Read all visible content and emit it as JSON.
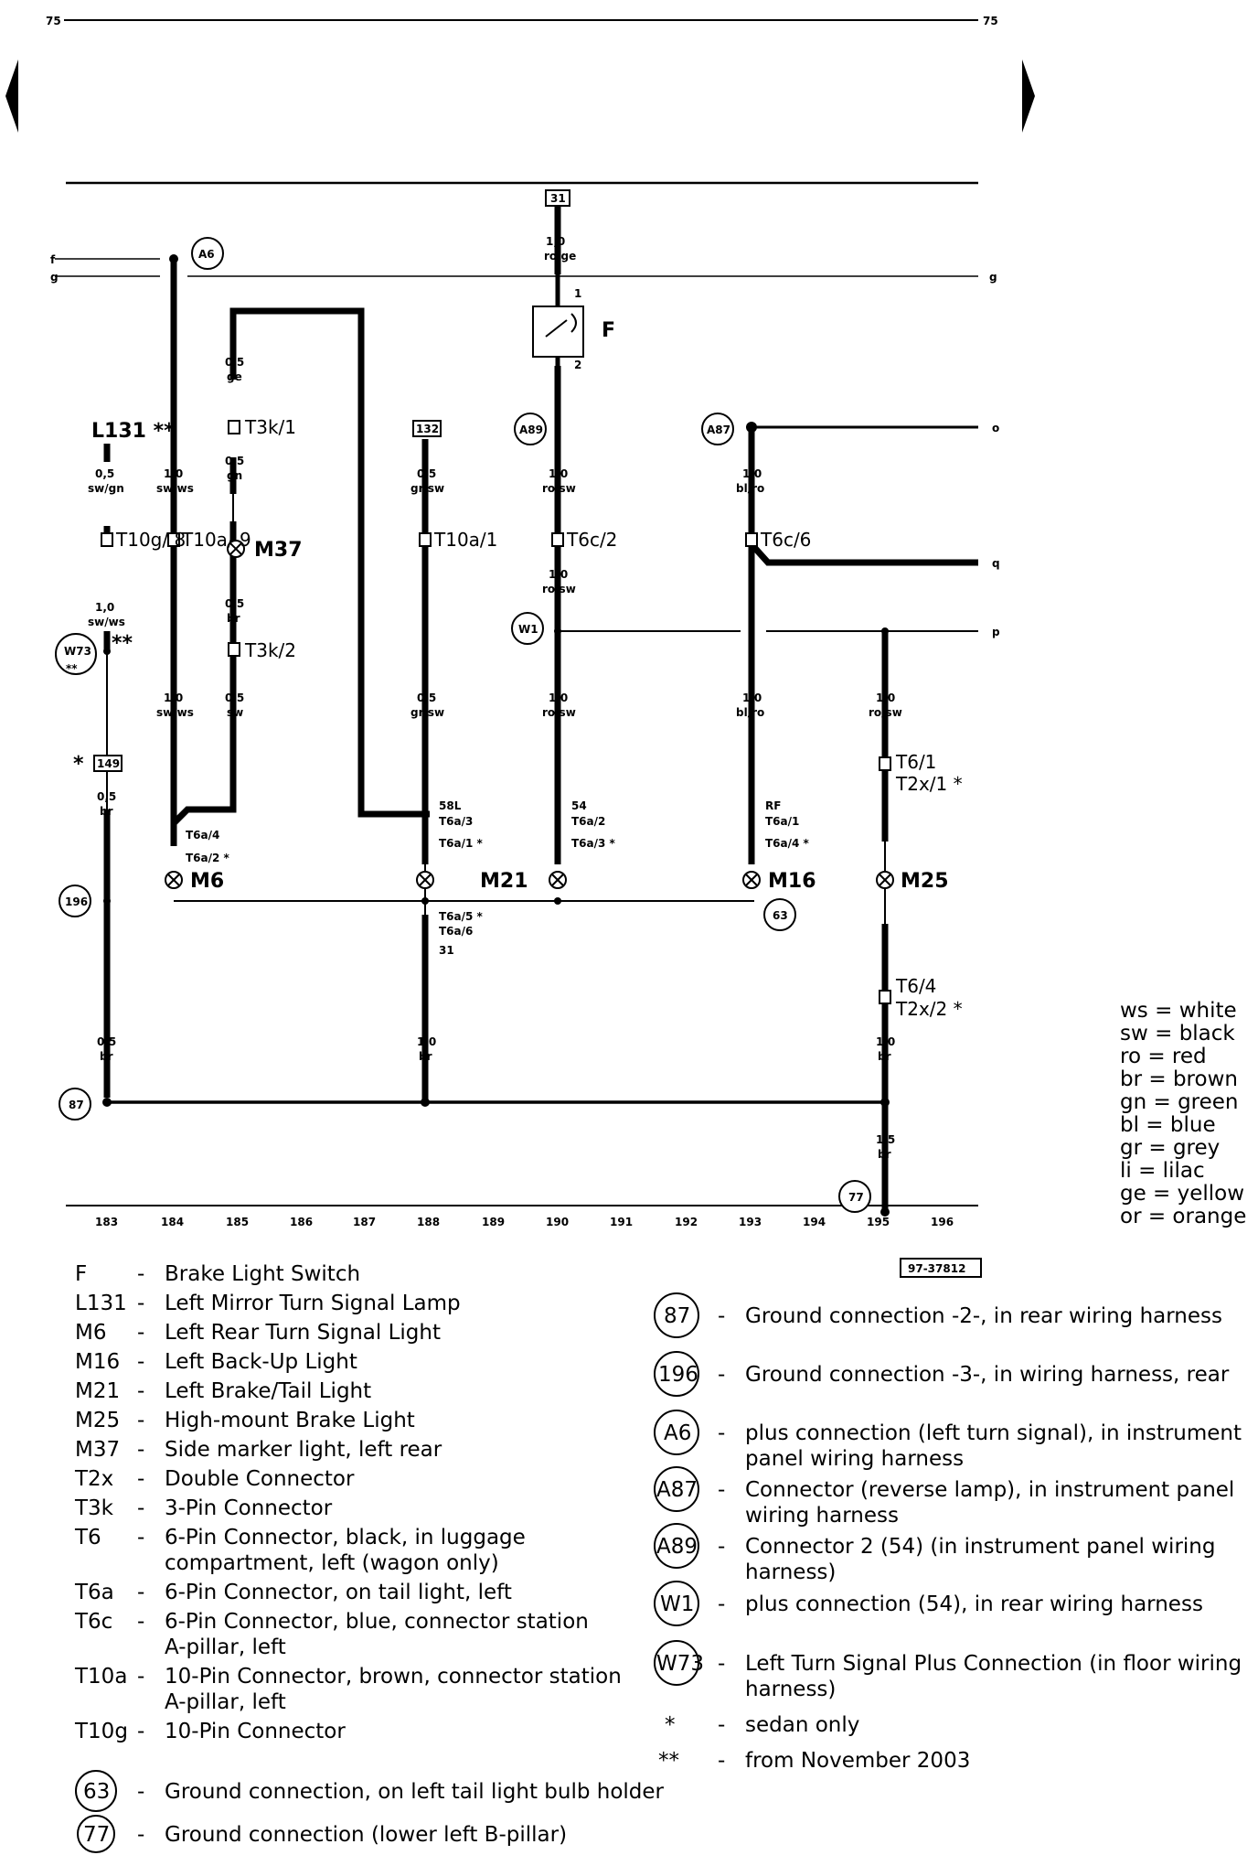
{
  "page": {
    "number_left": "75",
    "number_right": "75",
    "diagram_id": "97-37812"
  },
  "diagram": {
    "tracks": [
      "183",
      "184",
      "185",
      "186",
      "187",
      "188",
      "189",
      "190",
      "191",
      "192",
      "193",
      "194",
      "195",
      "196"
    ],
    "edge_refs": {
      "f": "f",
      "g_left": "g",
      "g_right": "g",
      "o": "o",
      "q": "q",
      "p": "p"
    },
    "boxes": {
      "b31": "31",
      "b132": "132",
      "b149": "149"
    },
    "components": {
      "F": "F",
      "L131": "L131 **",
      "M37": "M37",
      "M6": "M6",
      "M21": "M21",
      "M16": "M16",
      "M25": "M25"
    },
    "circles": {
      "A6": "A6",
      "A87": "A87",
      "A89": "A89",
      "W1": "W1",
      "W73": "W73",
      "c196": "196",
      "c63": "63",
      "c87": "87",
      "c77": "77"
    },
    "connectors": {
      "T3k1": "T3k/1",
      "T3k2": "T3k/2",
      "T10g8": "T10g/ 8",
      "T10a9": "T10a/ 9",
      "T10a1": "T10a/1",
      "T6c2": "T6c/2",
      "T6c6": "T6c/6",
      "T6_1": "T6/1",
      "T2x1": "T2x/1 *",
      "T6_4": "T6/4",
      "T2x2": "T2x/2 *",
      "M6a": "T6a/4",
      "M6b": "T6a/2 *",
      "M21a": "58L",
      "M21b": "T6a/3",
      "M21c": "T6a/1 *",
      "M21d": "T6a/5 *",
      "M21e": "T6a/6",
      "M21f": "31",
      "Fa": "54",
      "Fb": "T6a/2",
      "Fc": "T6a/3 *",
      "M16a": "RF",
      "M16b": "T6a/1",
      "M16c": "T6a/4 *",
      "F1": "1",
      "F2": "2",
      "W73s": "**",
      "W73s2": "**",
      "b149s": "*"
    },
    "wire_labels": {
      "w31_a": "1,0",
      "w31_b": "ro/ge",
      "w185_a": "0,5",
      "w185_b": "ge",
      "w183a_a": "0,5",
      "w183a_b": "sw/gn",
      "w184a_a": "1,0",
      "w184a_b": "sw/ws",
      "w185b_a": "0,5",
      "w185b_b": "gn",
      "w188a_a": "0,5",
      "w188a_b": "gr/sw",
      "w190a_a": "1,0",
      "w190a_b": "ro/sw",
      "w193a_a": "1,0",
      "w193a_b": "bl/ro",
      "w185c_a": "0,5",
      "w185c_b": "br",
      "w190b_a": "1,0",
      "w190b_b": "ro/sw",
      "w183b_a": "1,0",
      "w183b_b": "sw/ws",
      "w184b_a": "1,0",
      "w184b_b": "sw/ws",
      "w185d_a": "0,5",
      "w185d_b": "sw",
      "w188b_a": "0,5",
      "w188b_b": "gr/sw",
      "w190c_a": "1,0",
      "w190c_b": "ro/sw",
      "w193b_a": "1,0",
      "w193b_b": "bl/ro",
      "w195a_a": "1,0",
      "w195a_b": "ro/sw",
      "w183c_a": "0,5",
      "w183c_b": "br",
      "w183d_a": "0,5",
      "w183d_b": "br",
      "w188c_a": "1,0",
      "w188c_b": "br",
      "w195b_a": "1,0",
      "w195b_b": "br",
      "w195c_a": "1,5",
      "w195c_b": "br"
    }
  },
  "color_key": [
    "ws = white",
    "sw = black",
    "ro  = red",
    "br  = brown",
    "gn = green",
    "bl  = blue",
    "gr  = grey",
    "li   = lilac",
    "ge = yellow",
    "or  = orange"
  ],
  "legend_left": [
    {
      "code": "F",
      "desc": "Brake Light Switch"
    },
    {
      "code": "L131",
      "desc": "Left Mirror Turn Signal Lamp"
    },
    {
      "code": "M6",
      "desc": "Left Rear Turn Signal Light"
    },
    {
      "code": "M16",
      "desc": "Left Back-Up Light"
    },
    {
      "code": "M21",
      "desc": "Left Brake/Tail Light"
    },
    {
      "code": "M25",
      "desc": "High-mount Brake Light"
    },
    {
      "code": "M37",
      "desc": "Side marker light, left rear"
    },
    {
      "code": "T2x",
      "desc": "Double Connector"
    },
    {
      "code": "T3k",
      "desc": "3-Pin Connector"
    },
    {
      "code": "T6",
      "desc": "6-Pin Connector, black, in luggage",
      "desc2": "compartment, left (wagon only)"
    },
    {
      "code": "T6a",
      "desc": "6-Pin Connector, on tail light, left"
    },
    {
      "code": "T6c",
      "desc": "6-Pin Connector, blue, connector station",
      "desc2": "A-pillar, left"
    },
    {
      "code": "T10a",
      "desc": "10-Pin Connector, brown, connector station",
      "desc2": "A-pillar, left"
    },
    {
      "code": "T10g",
      "desc": "10-Pin Connector"
    }
  ],
  "legend_left_circles": [
    {
      "code": "63",
      "desc": "Ground connection, on left tail light bulb holder"
    },
    {
      "code": "77",
      "desc": "Ground connection (lower left B-pillar)"
    }
  ],
  "legend_right": [
    {
      "code": "87",
      "desc": "Ground connection -2-, in rear wiring harness"
    },
    {
      "code": "196",
      "desc": "Ground connection -3-, in wiring harness, rear"
    },
    {
      "code": "A6",
      "desc": "plus connection (left turn signal), in instrument",
      "desc2": "panel wiring harness"
    },
    {
      "code": "A87",
      "desc": "Connector (reverse lamp), in instrument panel",
      "desc2": "wiring harness"
    },
    {
      "code": "A89",
      "desc": "Connector 2 (54) (in instrument panel wiring",
      "desc2": "harness)"
    },
    {
      "code": "W1",
      "desc": "plus connection (54), in rear wiring harness"
    },
    {
      "code": "W73",
      "desc": "Left Turn Signal Plus Connection (in floor wiring",
      "desc2": "harness)"
    }
  ],
  "legend_notes": [
    {
      "symbol": "*",
      "desc": "sedan only"
    },
    {
      "symbol": "**",
      "desc": "from November 2003"
    }
  ]
}
